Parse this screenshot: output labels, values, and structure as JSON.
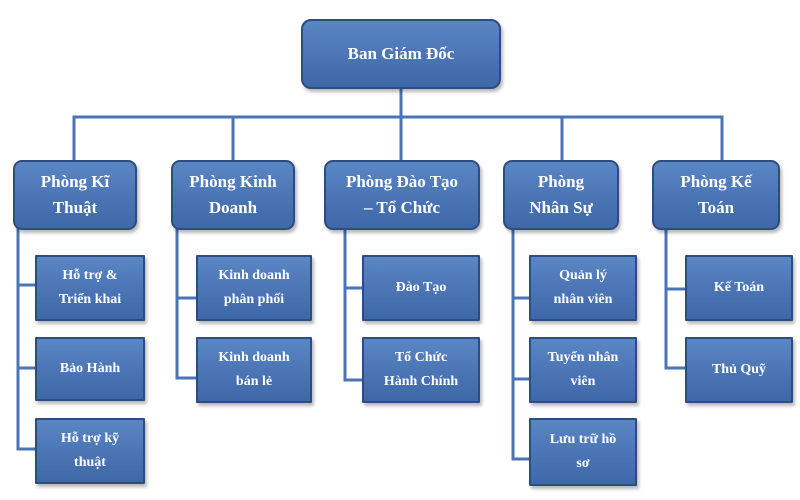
{
  "org": {
    "root": "Ban Giám Đốc",
    "departments": [
      {
        "name": "Phòng Kĩ\nThuật",
        "units": [
          "Hỗ trợ &\nTriển khai",
          "Bảo Hành",
          "Hỗ trợ kỹ\nthuật"
        ]
      },
      {
        "name": "Phòng Kinh\nDoanh",
        "units": [
          "Kinh doanh\nphân phối",
          "Kinh doanh\nbán lẻ"
        ]
      },
      {
        "name": "Phòng Đào Tạo\n– Tổ Chức",
        "units": [
          "Đào Tạo",
          "Tổ Chức\nHành Chính"
        ]
      },
      {
        "name": "Phòng\nNhân Sự",
        "units": [
          "Quản lý\nnhân viên",
          "Tuyển nhân\nviên",
          "Lưu trữ hồ\nsơ"
        ]
      },
      {
        "name": "Phòng Kế\nToán",
        "units": [
          "Kế Toán",
          "Thủ Quỹ"
        ]
      }
    ]
  },
  "colors": {
    "box_fill": "#4a74b4",
    "box_border": "#2c4d80",
    "connector": "#4a74b4",
    "text": "#ffffff"
  }
}
